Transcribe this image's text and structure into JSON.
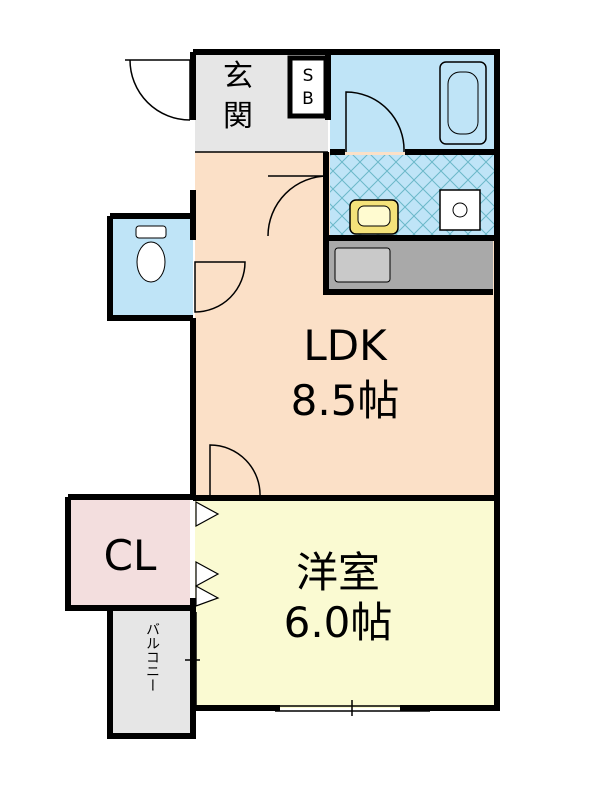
{
  "rooms": {
    "entrance": "玄関",
    "shoe_box": "SB",
    "ldk_name": "LDK",
    "ldk_size": "8.5帖",
    "western_name": "洋室",
    "western_size": "6.0帖",
    "closet": "CL",
    "balcony": "バルコニー"
  },
  "colors": {
    "ldk": "#fbe0c7",
    "western": "#fafad2",
    "bath": "#bfe4f7",
    "entrance": "#e6e6e6",
    "closet": "#f3dede",
    "kitchen": "#a9a9a9",
    "wall": "#000000"
  }
}
